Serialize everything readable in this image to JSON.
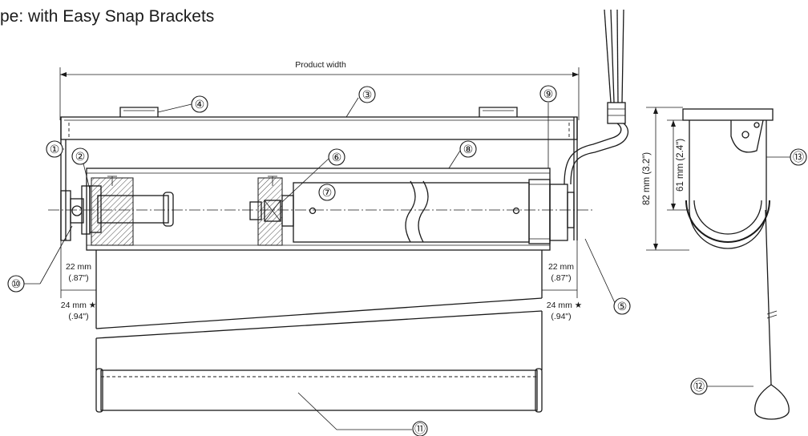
{
  "title": "pe: with Easy Snap Brackets",
  "dimensions": {
    "product_width": "Product width",
    "left_end_mm": "22 mm",
    "left_end_in": "(.87\")",
    "right_end_mm": "22 mm",
    "right_end_in": "(.87\")",
    "left_fabric_mm": "24 mm ★",
    "left_fabric_in": "(.94\")",
    "right_fabric_mm": "24 mm ★",
    "right_fabric_in": "(.94\")",
    "height_total": "82 mm (3.2\")",
    "height_inner": "61 mm (2.4\")"
  },
  "callouts": [
    "①",
    "②",
    "③",
    "④",
    "⑤",
    "⑥",
    "⑦",
    "⑧",
    "⑨",
    "⑩",
    "⑪",
    "⑫",
    "⑬"
  ]
}
